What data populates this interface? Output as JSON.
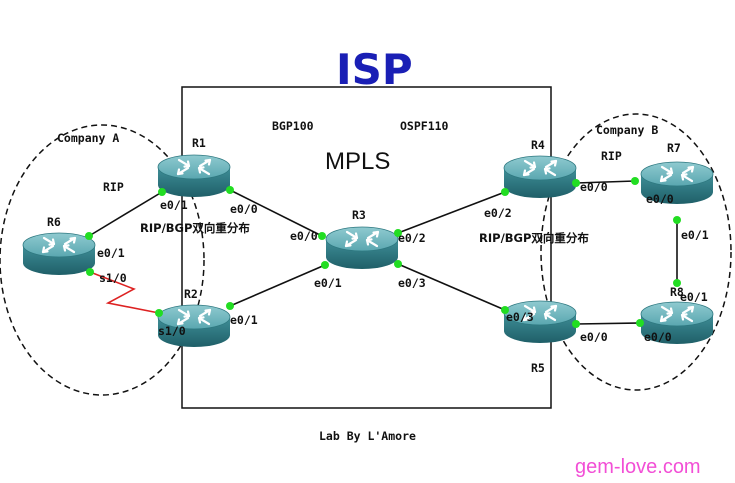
{
  "title": "ISP",
  "isp_labels": {
    "bgp": "BGP100",
    "ospf": "OSPF110",
    "mpls": "MPLS"
  },
  "companies": {
    "a": "Company A",
    "b": "Company B"
  },
  "protocols": {
    "rip_a": "RIP",
    "rip_b": "RIP",
    "redist_a": "RIP/BGP双向重分布",
    "redist_b": "RIP/BGP双向重分布"
  },
  "routers": {
    "r1": "R1",
    "r2": "R2",
    "r3": "R3",
    "r4": "R4",
    "r5": "R5",
    "r6": "R6",
    "r7": "R7",
    "r8": "R8"
  },
  "interfaces": {
    "r1_e01": "e0/1",
    "r1_e00": "e0/0",
    "r6_e01": "e0/1",
    "r6_s10": "s1/0",
    "r2_s10": "s1/0",
    "r2_e01": "e0/1",
    "r3_e00": "e0/0",
    "r3_e01": "e0/1",
    "r3_e02": "e0/2",
    "r3_e03": "e0/3",
    "r4_e02": "e0/2",
    "r4_e00": "e0/0",
    "r5_e03": "e0/3",
    "r5_e00": "e0/0",
    "r7_e00": "e0/0",
    "r7_e01": "e0/1",
    "r8_e01": "e0/1",
    "r8_e00": "e0/0"
  },
  "footer": "Lab By L'Amore",
  "watermark": "gem-love.com",
  "colors": {
    "title": "#1a1fb5",
    "link_point": "#22dd22",
    "serial_link": "#dd2222",
    "router_body": "#3a8c96",
    "watermark": "#f24fd6"
  }
}
